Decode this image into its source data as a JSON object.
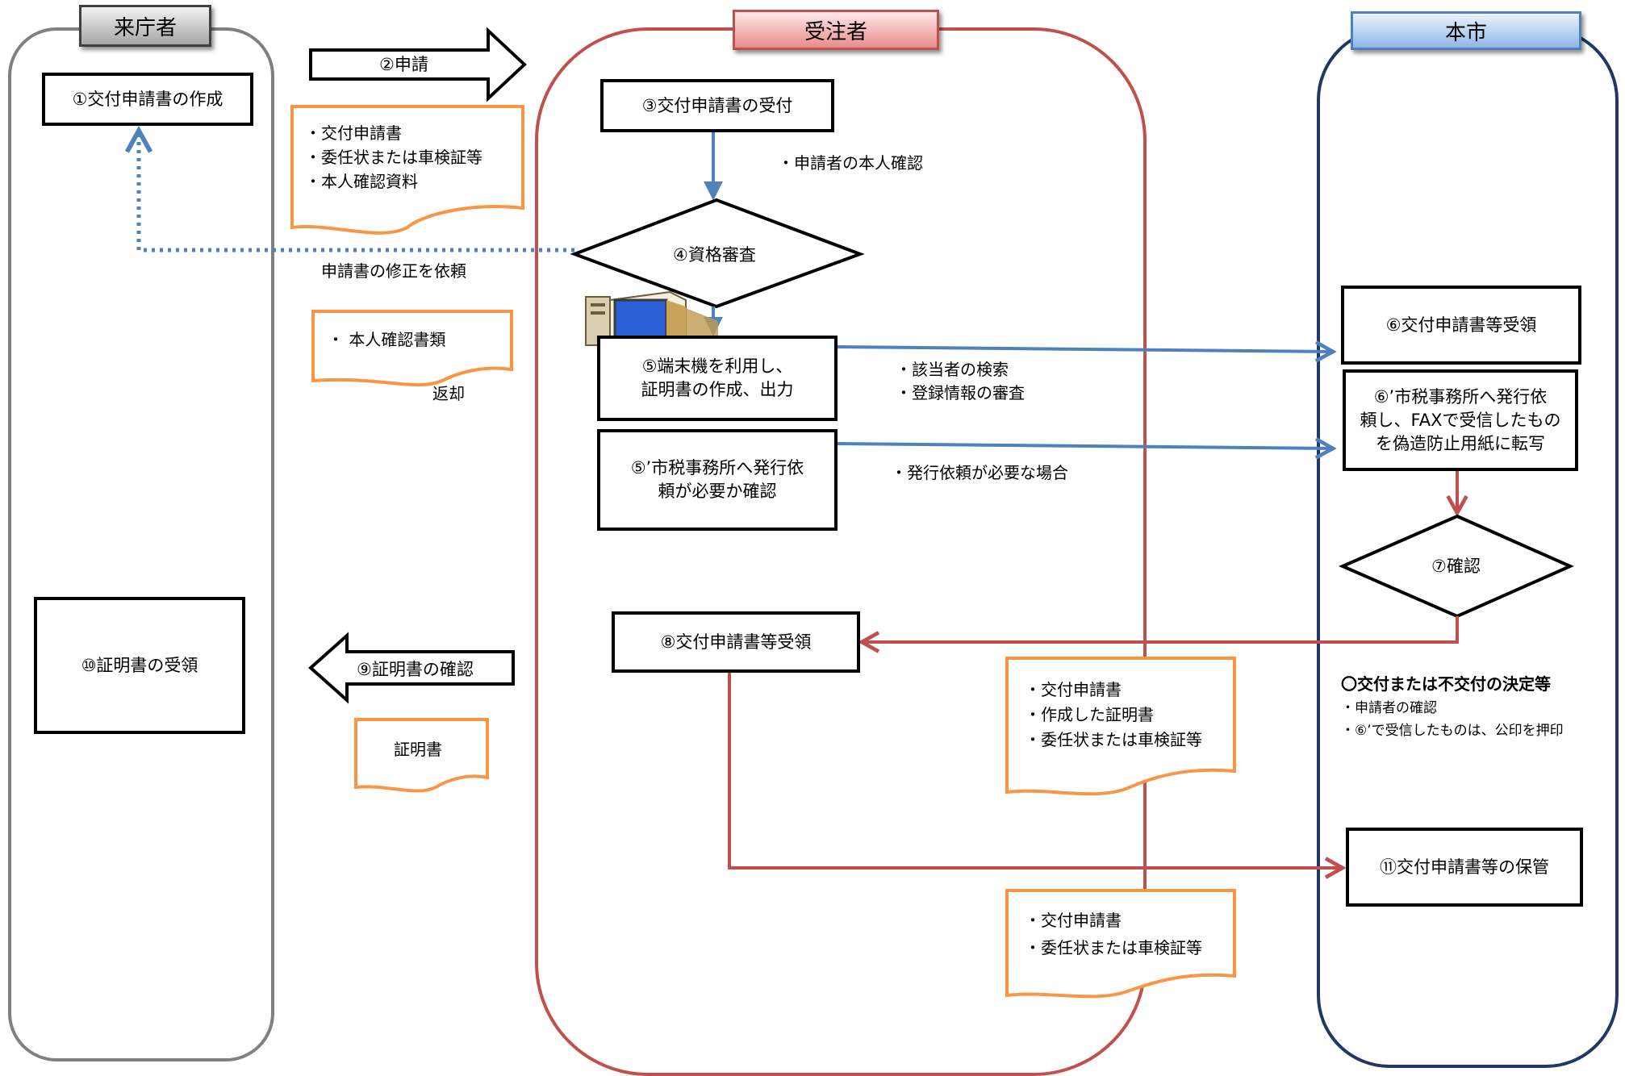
{
  "lanes": {
    "visitor": "来庁者",
    "contractor": "受注者",
    "city": "本市"
  },
  "steps": {
    "s1": "①交付申請書の作成",
    "s2": "②申請",
    "s3": "③交付申請書の受付",
    "s4": "④資格審査",
    "s5": "⑤端末機を利用し、\n証明書の作成、出力",
    "s5b": "⑤’市税事務所へ発行依\n頼が必要か確認",
    "s6": "⑥交付申請書等受領",
    "s6b": "⑥’市税事務所へ発行依\n頼し、FAXで受信したもの\nを偽造防止用紙に転写",
    "s7": "⑦確認",
    "s8": "⑧交付申請書等受領",
    "s9": "⑨証明書の確認",
    "s10": "⑩証明書の受領",
    "s11": "⑪交付申請書等の保管"
  },
  "documents": {
    "application_docs": "・交付申請書\n・委任状または車検証等\n・本人確認資料",
    "id_docs": "・ 本人確認書類",
    "certificate": "証明書",
    "received_docs": "・交付申請書\n・作成した証明書\n・委任状または車検証等",
    "stored_docs": "・交付申請書\n・委任状または車検証等"
  },
  "notes": {
    "identity_check": "・申請者の本人確認",
    "request_fix": "申請書の修正を依頼",
    "return": "返却",
    "search": "・該当者の検索\n・登録情報の審査",
    "issue_needed": "・発行依頼が必要な場合",
    "decision_title": "〇交付または不交付の決定等",
    "decision_items": "・申請者の確認\n・⑥’で受信したものは、公印を押印"
  },
  "colors": {
    "visitor_lane": "#808080",
    "contractor_lane": "#c0504d",
    "city_lane": "#1f3864",
    "blue_arrow": "#4f81bd",
    "red_arrow": "#c0504d",
    "document_border": "#f79646"
  },
  "icons": {
    "computer": "computer-terminal-icon"
  }
}
